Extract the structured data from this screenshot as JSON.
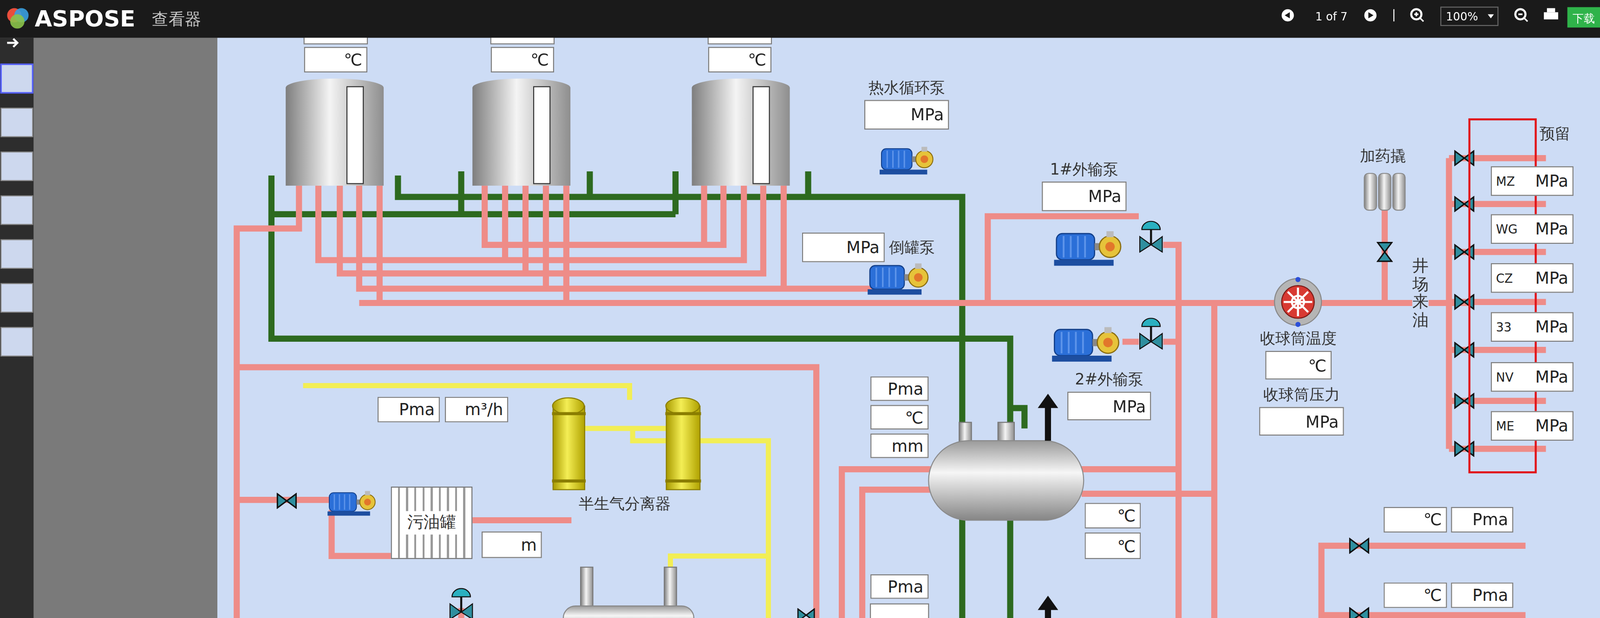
{
  "diagram": {
    "nodes": [
      {
        "text": [
          "℃"
        ]
      },
      {
        "text": [
          "℃"
        ]
      },
      {
        "text": [
          "℃"
        ]
      },
      {
        "text": [
          "热水循环泵",
          "MPa"
        ]
      },
      {
        "text": [
          "1#外输泵",
          "MPa"
        ]
      },
      {
        "text": [
          "MZ",
          "MPa"
        ]
      },
      {
        "text": [
          "WG",
          "MPa"
        ]
      },
      {
        "text": [
          "MPa",
          "倒罐泵"
        ]
      },
      {
        "text": [
          "CZ",
          "MPa"
        ]
      },
      {
        "text": [
          "33",
          "MPa"
        ]
      },
      {
        "text": [
          "2#外输泵",
          "MPa"
        ]
      },
      {
        "text": [
          "收球筒温度",
          "℃"
        ]
      },
      {
        "text": [
          "NV",
          "MPa"
        ]
      },
      {
        "text": [
          "Pma"
        ]
      },
      {
        "text": [
          "收球筒压力",
          "MPa"
        ]
      },
      {
        "text": [
          "Pma"
        ]
      },
      {
        "text": [
          "m³/h"
        ]
      },
      {
        "text": [
          "℃"
        ]
      },
      {
        "text": [
          "ME",
          "MPa"
        ]
      },
      {
        "text": [
          "mm"
        ]
      },
      {
        "text": [
          "污油罐"
        ]
      },
      {
        "text": [
          "℃"
        ]
      },
      {
        "text": [
          "℃"
        ]
      },
      {
        "text": [
          "Pma"
        ]
      },
      {
        "text": [
          "m"
        ]
      },
      {
        "text": [
          "℃"
        ]
      },
      {
        "text": [
          "Pma"
        ]
      },
      {
        "text": [
          "℃"
        ]
      },
      {
        "text": [
          "Pma"
        ]
      }
    ],
    "labels": [
      "ASPOSE",
      "查看器",
      "1 of 7",
      "100%",
      "下载",
      "预留",
      "加药撬",
      "井场来油",
      "半生气分离器"
    ]
  }
}
